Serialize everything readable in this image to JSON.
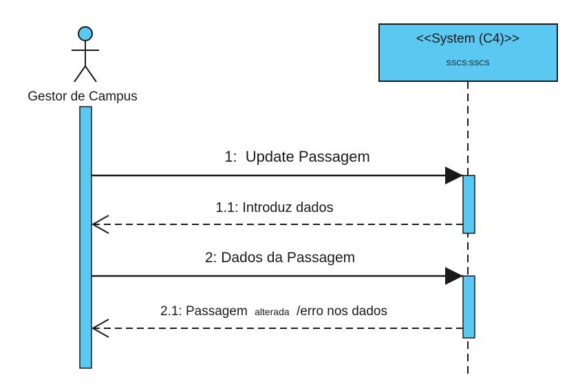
{
  "actor": {
    "name": "Gestor de Campus",
    "icon": "stick-figure-icon"
  },
  "system": {
    "stereotype": "<<System (C4)>>",
    "instance": "SSCS:SSCS"
  },
  "messages": [
    {
      "id": "1",
      "text": "1:  Update Passagem",
      "kind": "call"
    },
    {
      "id": "1.1",
      "text": "1.1: Introduz dados",
      "kind": "return"
    },
    {
      "id": "2",
      "text": "2: Dados da Passagem",
      "kind": "call"
    },
    {
      "id": "2.1",
      "text_main": "2.1: Passagem",
      "text_small": "alterada",
      "text_tail": "/erro nos dados",
      "kind": "return"
    }
  ],
  "colors": {
    "box_fill": "#5ac8f0",
    "activation_fill": "#5ac8f0",
    "line": "#1a1a1a",
    "actor_head": "#5ac8f0"
  }
}
